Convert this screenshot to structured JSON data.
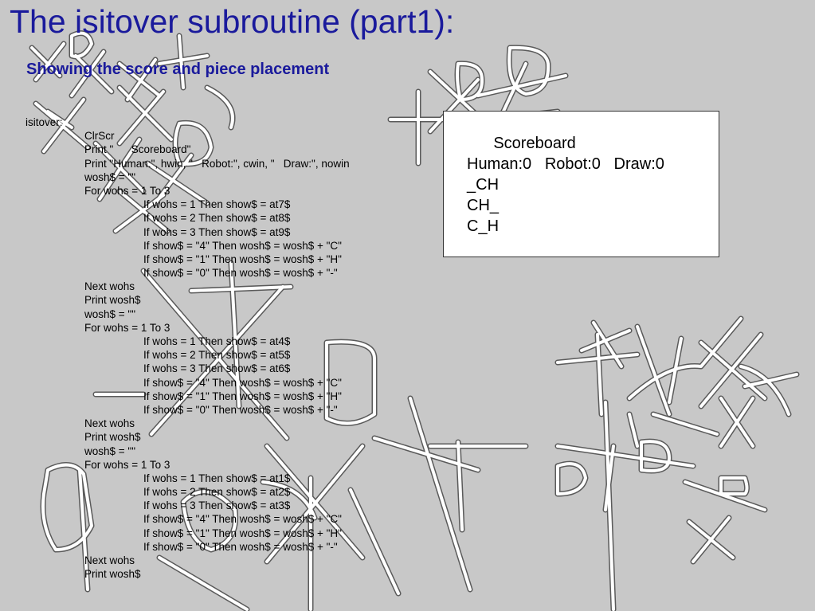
{
  "slide": {
    "title": "The isitover subroutine (part1):",
    "subtitle": "Showing the score and piece placement"
  },
  "code": {
    "lines": [
      {
        "indent": 0,
        "text": "isitover:"
      },
      {
        "indent": 1,
        "text": "ClrScr"
      },
      {
        "indent": 1,
        "text": "Print \"      Scoreboard\""
      },
      {
        "indent": 1,
        "text": "Print \"Human:\", hwin, \"   Robot:\", cwin, \"   Draw:\", nowin"
      },
      {
        "indent": 1,
        "text": "wosh$ = \"\""
      },
      {
        "indent": 1,
        "text": "For wohs = 1 To 3"
      },
      {
        "indent": 2,
        "text": "If wohs = 1 Then show$ = at7$"
      },
      {
        "indent": 2,
        "text": "If wohs = 2 Then show$ = at8$"
      },
      {
        "indent": 2,
        "text": "If wohs = 3 Then show$ = at9$"
      },
      {
        "indent": 2,
        "text": "If show$ = \"4\" Then wosh$ = wosh$ + \"C\""
      },
      {
        "indent": 2,
        "text": "If show$ = \"1\" Then wosh$ = wosh$ + \"H\""
      },
      {
        "indent": 2,
        "text": "If show$ = \"0\" Then wosh$ = wosh$ + \"-\""
      },
      {
        "indent": 1,
        "text": "Next wohs"
      },
      {
        "indent": 1,
        "text": "Print wosh$"
      },
      {
        "indent": 1,
        "text": "wosh$ = \"\""
      },
      {
        "indent": 1,
        "text": "For wohs = 1 To 3"
      },
      {
        "indent": 2,
        "text": "If wohs = 1 Then show$ = at4$"
      },
      {
        "indent": 2,
        "text": "If wohs = 2 Then show$ = at5$"
      },
      {
        "indent": 2,
        "text": "If wohs = 3 Then show$ = at6$"
      },
      {
        "indent": 2,
        "text": "If show$ = \"4\" Then wosh$ = wosh$ + \"C\""
      },
      {
        "indent": 2,
        "text": "If show$ = \"1\" Then wosh$ = wosh$ + \"H\""
      },
      {
        "indent": 2,
        "text": "If show$ = \"0\" Then wosh$ = wosh$ + \"-\""
      },
      {
        "indent": 1,
        "text": "Next wohs"
      },
      {
        "indent": 1,
        "text": "Print wosh$"
      },
      {
        "indent": 1,
        "text": "wosh$ = \"\""
      },
      {
        "indent": 1,
        "text": "For wohs = 1 To 3"
      },
      {
        "indent": 2,
        "text": "If wohs = 1 Then show$ = at1$"
      },
      {
        "indent": 2,
        "text": "If wohs = 2 Then show$ = at2$"
      },
      {
        "indent": 2,
        "text": "If wohs = 3 Then show$ = at3$"
      },
      {
        "indent": 2,
        "text": "If show$ = \"4\" Then wosh$ = wosh$ + \"C\""
      },
      {
        "indent": 2,
        "text": "If show$ = \"1\" Then wosh$ = wosh$ + \"H\""
      },
      {
        "indent": 2,
        "text": "If show$ = \"0\" Then wosh$ = wosh$ + \"-\""
      },
      {
        "indent": 1,
        "text": "Next wohs"
      },
      {
        "indent": 1,
        "text": "Print wosh$"
      }
    ]
  },
  "scoreboard": {
    "heading": "      Scoreboard",
    "score_line": "Human:0   Robot:0   Draw:0",
    "rows": [
      "_CH",
      "CH_",
      "C_H"
    ]
  },
  "colors": {
    "background": "#c8c8c8",
    "title": "#1a1a9c",
    "doodle_outline": "#5a5a5a",
    "doodle_fill": "#ffffff"
  }
}
